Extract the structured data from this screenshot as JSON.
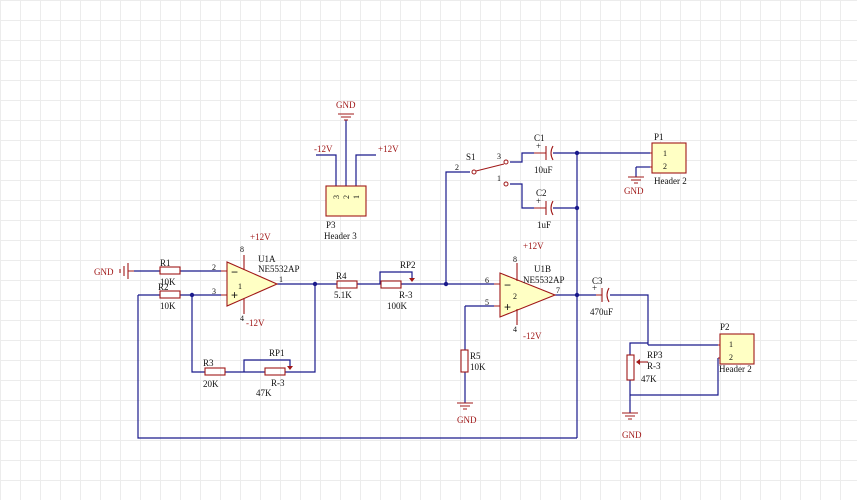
{
  "colors": {
    "wire": "#1a1a8c",
    "part": "#a01818",
    "body": "#ffffc4",
    "grid": "#ececec"
  },
  "nets": {
    "gnd": "GND",
    "pos12": "+12V",
    "neg12": "-12V"
  },
  "parts": {
    "r1": {
      "ref": "R1",
      "value": "10K"
    },
    "r2": {
      "ref": "R2",
      "value": "10K"
    },
    "r3": {
      "ref": "R3",
      "value": "20K"
    },
    "r4": {
      "ref": "R4",
      "value": "5.1K"
    },
    "r5": {
      "ref": "R5",
      "value": "10K"
    },
    "rp1": {
      "ref": "RP1",
      "type": "R-3",
      "value": "47K"
    },
    "rp2": {
      "ref": "RP2",
      "type": "R-3",
      "value": "100K"
    },
    "rp3": {
      "ref": "RP3",
      "type": "R-3",
      "value": "47K"
    },
    "c1": {
      "ref": "C1",
      "value": "10uF",
      "polarity": "+"
    },
    "c2": {
      "ref": "C2",
      "value": "1uF",
      "polarity": "+"
    },
    "c3": {
      "ref": "C3",
      "value": "470uF",
      "polarity": "+"
    },
    "u1a": {
      "ref": "U1A",
      "model": "NE5532AP",
      "pin_inv": "2",
      "pin_noninv": "3",
      "pin_out": "1",
      "pin_vplus": "8",
      "pin_vminus": "4",
      "minus": "−",
      "plus": "+"
    },
    "u1b": {
      "ref": "U1B",
      "model": "NE5532AP",
      "pin_inv": "6",
      "pin_noninv": "5",
      "pin_out": "7",
      "pin_vplus": "8",
      "pin_vminus": "4",
      "minus": "−",
      "plus": "+"
    },
    "s1": {
      "ref": "S1",
      "pin_common": "2",
      "pin_a": "3",
      "pin_b": "1"
    },
    "p1": {
      "ref": "P1",
      "type": "Header 2",
      "pins": [
        "1",
        "2"
      ]
    },
    "p2": {
      "ref": "P2",
      "type": "Header 2",
      "pins": [
        "1",
        "2"
      ]
    },
    "p3": {
      "ref": "P3",
      "type": "Header 3",
      "pins": [
        "3",
        "2",
        "1"
      ]
    }
  }
}
